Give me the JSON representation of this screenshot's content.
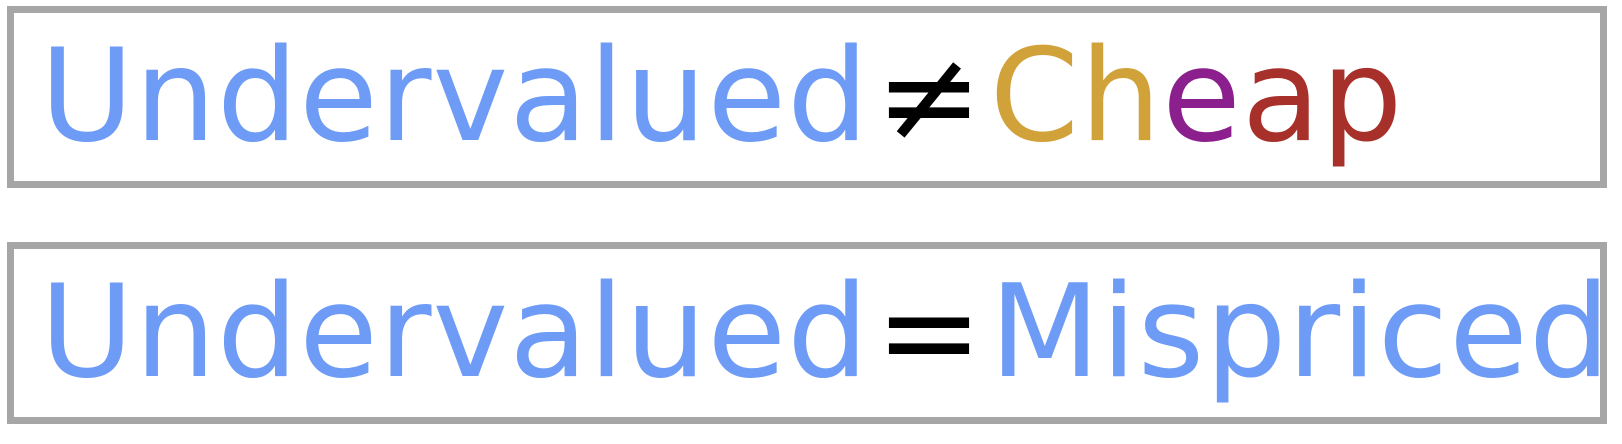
{
  "colors": {
    "blue": "#6d9bf5",
    "gold": "#d1a23a",
    "purple": "#8b1f8d",
    "red": "#a8302b",
    "operator": "#000000",
    "border": "#a6a6a6"
  },
  "rows": [
    {
      "left": "Undervalued",
      "operator": "≠",
      "right_letters": [
        "C",
        "h",
        "e",
        "a",
        "p"
      ]
    },
    {
      "left": "Undervalued",
      "operator": "=",
      "right": "Mispriced"
    }
  ]
}
